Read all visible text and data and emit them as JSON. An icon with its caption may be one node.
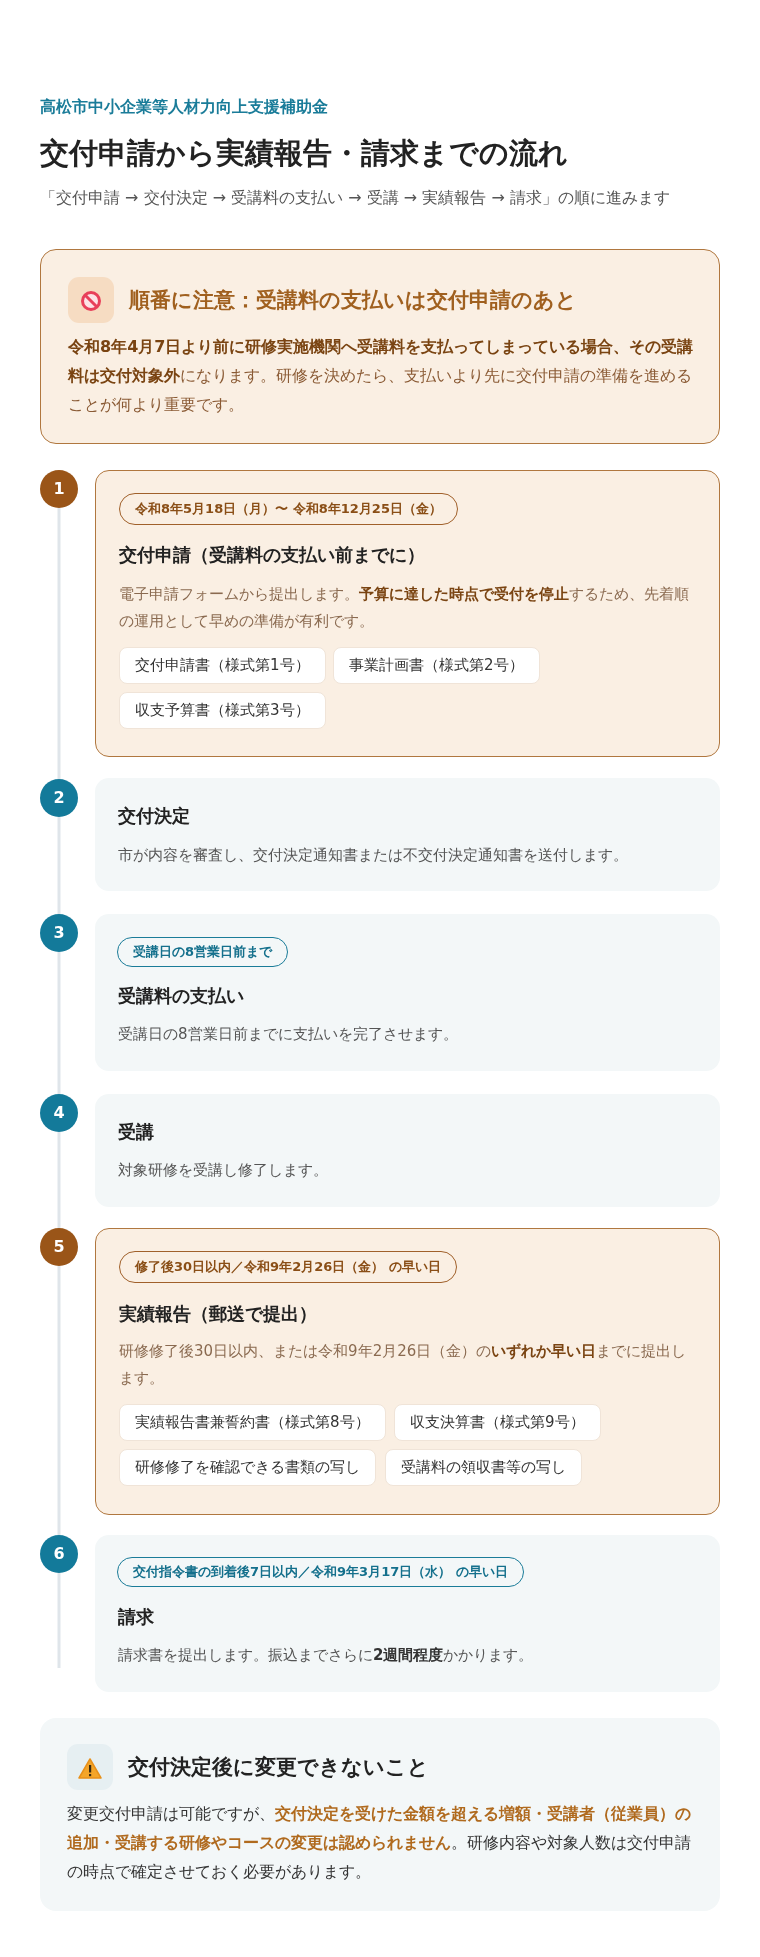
{
  "diagram": {
    "title": "交付申請から実績報告・請求までの流れ",
    "nodes": [
      {
        "text": [
          "順番に注意：受講料の支払いは交付申請のあと",
          "**令和8年4月7日より前に研修実施機関へ受講料を支払ってしまっている場合、その受講料は交付対象外**になります。研修を決めたら、支払いより先に交付申請の準備を進めることが何より重要です。"
        ]
      },
      {
        "text": [
          "1"
        ]
      },
      {
        "text": [
          "交付申請（受講料の支払い前までに）",
          "電子申請フォームから提出します。**予算に達した時点で受付を停止**するため、先着順の運用として早めの準備が有利です。"
        ]
      },
      {
        "text": [
          "令和8年5月18日（月）〜 令和8年12月25日（金）"
        ],
        "in": 2
      },
      {
        "text": [
          "交付申請書（様式第1号）"
        ],
        "in": 2
      },
      {
        "text": [
          "事業計画書（様式第2号）"
        ],
        "in": 2
      },
      {
        "text": [
          "収支予算書（様式第3号）"
        ],
        "in": 2
      },
      {
        "text": [
          "2"
        ]
      },
      {
        "text": [
          "交付決定",
          "市が内容を審査し、交付決定通知書または不交付決定通知書を送付します。"
        ]
      },
      {
        "text": [
          "3"
        ]
      },
      {
        "text": [
          "受講料の支払い",
          "受講日の8営業日前までに支払いを完了させます。"
        ]
      },
      {
        "text": [
          "受講日の8営業日前まで"
        ],
        "in": 10
      },
      {
        "text": [
          "4"
        ]
      },
      {
        "text": [
          "受講",
          "対象研修を受講し修了します。"
        ]
      },
      {
        "text": [
          "5"
        ]
      },
      {
        "text": [
          "実績報告（郵送で提出）",
          "研修修了後30日以内、または令和9年2月26日（金）の**いずれか早い日**までに提出します。"
        ]
      },
      {
        "text": [
          "修了後30日以内／令和9年2月26日（金） の早い日"
        ],
        "in": 15
      },
      {
        "text": [
          "実績報告書兼誓約書（様式第8号）"
        ],
        "in": 15
      },
      {
        "text": [
          "収支決算書（様式第9号）"
        ],
        "in": 15
      },
      {
        "text": [
          "研修修了を確認できる書類の写し"
        ],
        "in": 15
      },
      {
        "text": [
          "受講料の領収書等の写し"
        ],
        "in": 15
      },
      {
        "text": [
          "6"
        ]
      },
      {
        "text": [
          "請求",
          "請求書を提出します。振込までさらに**2週間程度**かかります。"
        ]
      },
      {
        "text": [
          "交付指令書の到着後7日以内／令和9年3月17日（水） の早い日"
        ],
        "in": 22
      },
      {
        "text": [
          "交付決定後に変更できないこと",
          "変更交付申請は可能ですが、**交付決定を受けた金額を超える増額・受講者（従業員）の追加・受講する研修やコースの変更は認められません**。研修内容や対象人数は交付申請の時点で確定させておく必要があります。"
        ]
      }
    ],
    "edges": [
      {
        "from": 1,
        "to": 7,
        "arrow": "none"
      },
      {
        "from": 7,
        "to": 9,
        "arrow": "none"
      },
      {
        "from": 9,
        "to": 12,
        "arrow": "none"
      },
      {
        "from": 12,
        "to": 14,
        "arrow": "none"
      },
      {
        "from": 14,
        "to": 21,
        "arrow": "none"
      }
    ],
    "labels": [
      "高松市中小企業等人材力向上支援補助金",
      "「交付申請 → 交付決定 → 受講料の支払い → 受講 → 実績報告 → 請求」の順に進みます"
    ]
  }
}
